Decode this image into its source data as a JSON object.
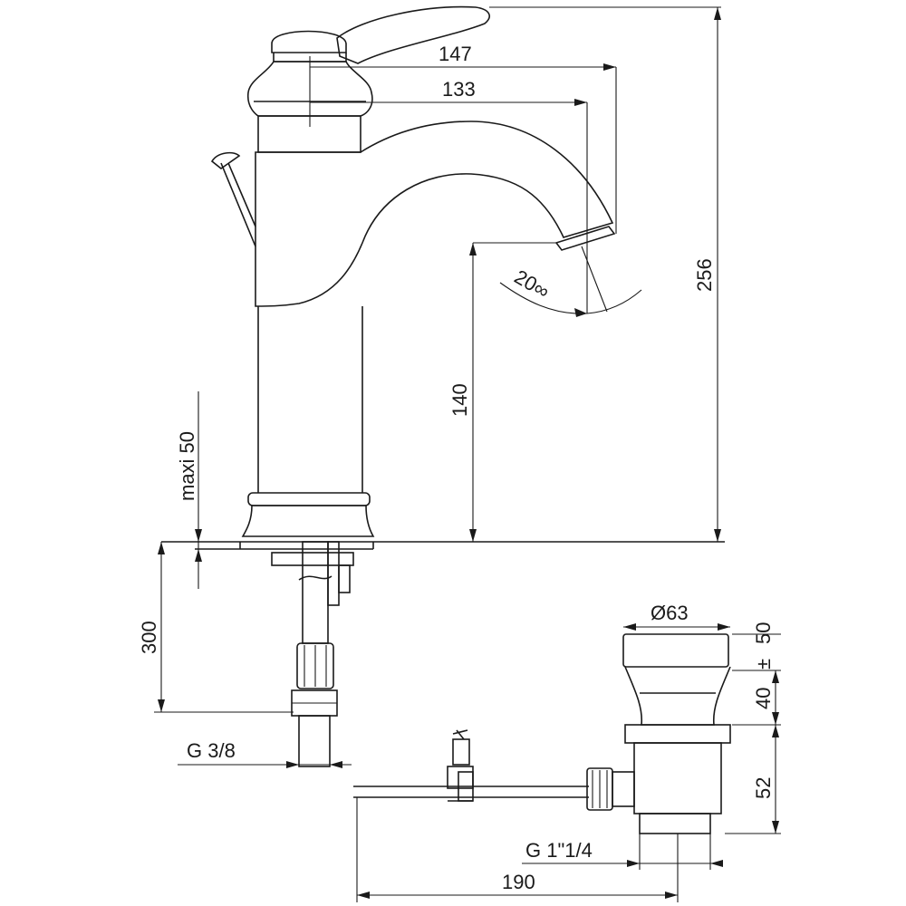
{
  "dimensions": {
    "d147": "147",
    "d133": "133",
    "d256": "256",
    "d140": "140",
    "angle": "20∞",
    "maxi": "maxi 50",
    "d300": "300",
    "g38": "G 3/8",
    "dia63": "Ø63",
    "d50": "50",
    "pm": "±",
    "d40": "40",
    "d52": "52",
    "g114": "G 1\"1/4",
    "d190": "190"
  },
  "colors": {
    "line": "#1a1a1a",
    "background": "#ffffff"
  }
}
